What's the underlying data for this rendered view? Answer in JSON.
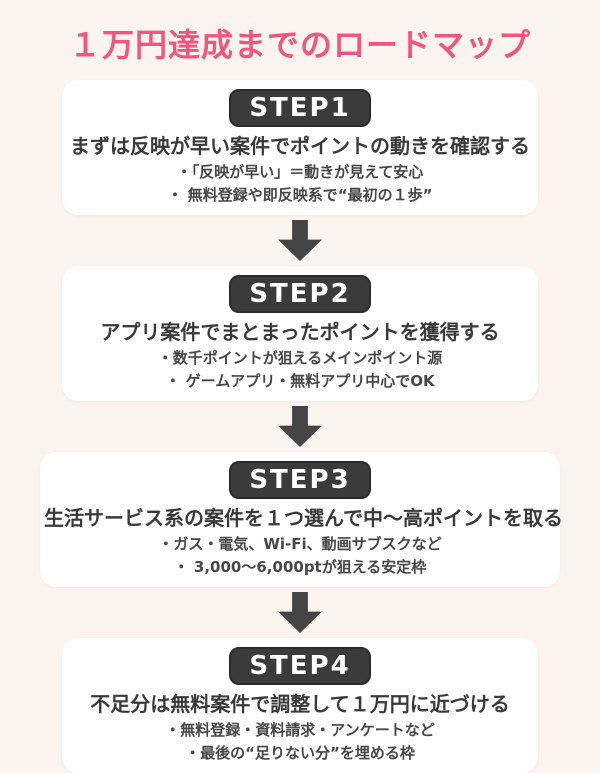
{
  "title": "１万円達成までのロードマップ",
  "steps": [
    {
      "badge": "STEP1",
      "heading": "まずは反映が早い案件でポイントの動きを確認する",
      "bullets": [
        "・「反映が早い」＝動きが見えて安心",
        "・ 無料登録や即反映系で“最初の１歩”"
      ]
    },
    {
      "badge": "STEP2",
      "heading": "アプリ案件でまとまったポイントを獲得する",
      "bullets": [
        "・数千ポイントが狙えるメインポイント源",
        "・ ゲームアプリ・無料アプリ中心でOK"
      ]
    },
    {
      "badge": "STEP3",
      "heading": "生活サービス系の案件を１つ選んで中〜高ポイントを取る",
      "bullets": [
        "・ガス・電気、Wi-Fi、動画サブスクなど",
        "・ 3,000〜6,000ptが狙える安定枠"
      ]
    },
    {
      "badge": "STEP4",
      "heading": "不足分は無料案件で調整して１万円に近づける",
      "bullets": [
        "・無料登録・資料請求・アンケートなど",
        "・最後の“足りない分”を埋める枠"
      ]
    }
  ],
  "colors": {
    "background": "#fcf4ee",
    "card": "#ffffff",
    "accent_pink": "#f4557e",
    "badge_dark": "#3b3b3b",
    "text_dark": "#3a3a3a",
    "arrow_dark": "#454545"
  }
}
